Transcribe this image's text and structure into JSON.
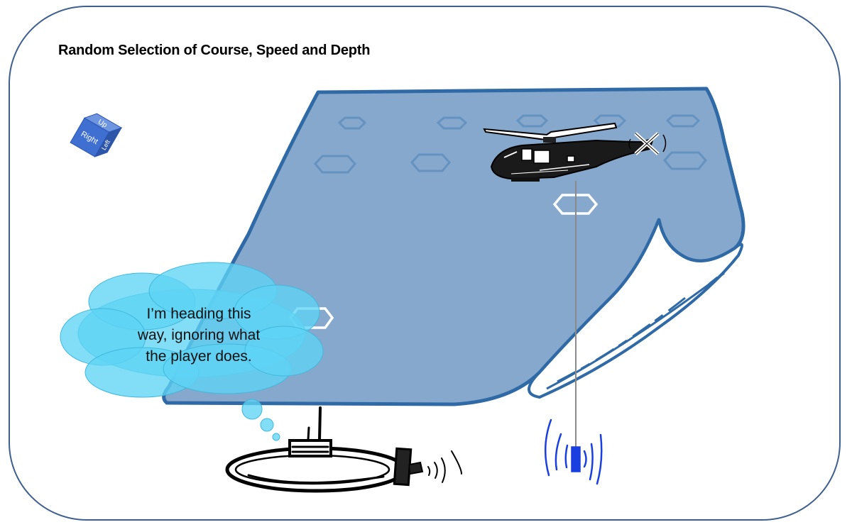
{
  "title": "Random Selection of Course, Speed and Depth",
  "cube": {
    "faces": [
      {
        "label": "Up"
      },
      {
        "label": "Right"
      },
      {
        "label": "Left"
      }
    ],
    "color": "#3f6fd0"
  },
  "thought_bubble": {
    "lines": [
      "I’m heading this",
      "way, ignoring what",
      "the player does."
    ],
    "color": "#5fd4f5"
  },
  "sea_area": {
    "fill": "#86a8cc",
    "border": "#2f6aa6"
  },
  "hex_grid_color": "#5f8fc0",
  "highlight_hex_color": "#ffffff",
  "sonobuoy_color": "#1a3fe0",
  "icons": [
    "dice-cube-icon",
    "helicopter-icon",
    "submarine-icon",
    "sonobuoy-icon",
    "thought-cloud-icon",
    "hexagon-icon"
  ]
}
